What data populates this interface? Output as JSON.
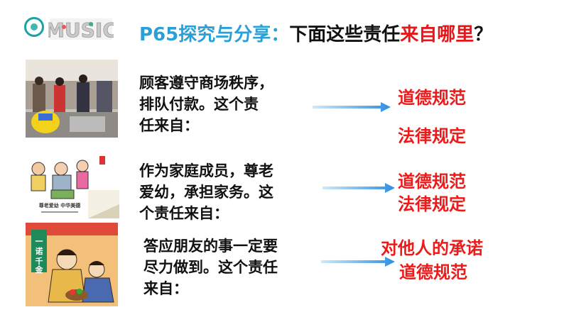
{
  "title": {
    "prefix": "P65探究与分享：",
    "middle": "下面这些责任",
    "highlight": "来自哪里",
    "suffix": "？"
  },
  "logo": {
    "text": "MUSIC"
  },
  "colors": {
    "title_blue": "#2aa0d8",
    "answer_red": "#e8161b",
    "arrow_blue": "#2f8fe0"
  },
  "items": [
    {
      "question_lines": [
        "顾客遵守商场秩序，",
        "排队付款。这个责",
        "任来自："
      ],
      "answers": [
        "道德规范",
        "法律规定"
      ]
    },
    {
      "question_lines": [
        "作为家庭成员，尊老",
        "爱幼，承担家务。这",
        "个责任来自："
      ],
      "answers": [
        "道德规范",
        "法律规定"
      ],
      "image_caption": "尊老爱幼 中华美德"
    },
    {
      "question_lines": [
        "答应朋友的事一定要",
        "尽力做到。这个责任",
        "来自："
      ],
      "answers": [
        "对他人的承诺",
        "道德规范"
      ],
      "image_caption": "一诺千金"
    }
  ]
}
